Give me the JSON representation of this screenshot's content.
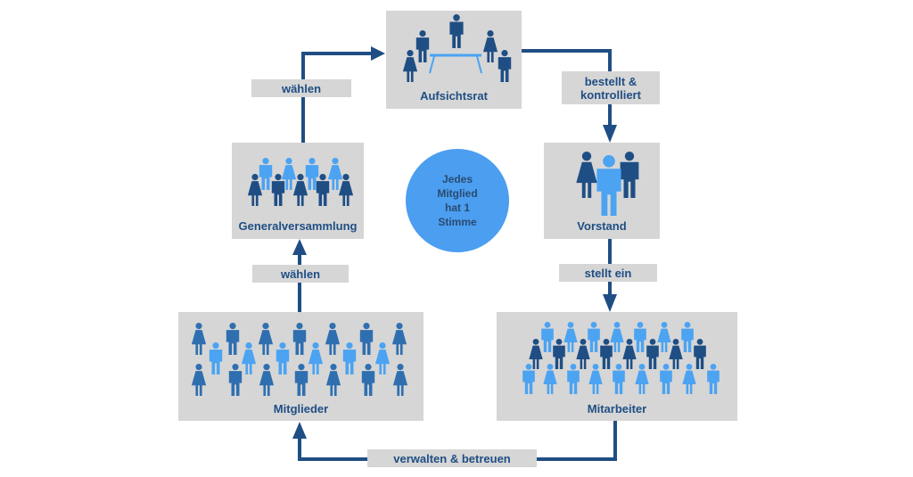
{
  "diagram": {
    "title": "Genossenschaft Organisationsstruktur",
    "colors": {
      "dark_blue": "#1f4e84",
      "mid_blue": "#2f6fb0",
      "light_blue": "#4ba3f2",
      "box_gray": "#d6d6d6",
      "circle_blue": "#4b9ef0"
    },
    "nodes": {
      "aufsichtsrat": {
        "label": "Aufsichtsrat"
      },
      "generalversammlung": {
        "label": "Generalversammlung"
      },
      "vorstand": {
        "label": "Vorstand"
      },
      "mitglieder": {
        "label": "Mitglieder"
      },
      "mitarbeiter": {
        "label": "Mitarbeiter"
      }
    },
    "edges": [
      {
        "from": "Generalversammlung",
        "to": "Aufsichtsrat",
        "label": "wählen"
      },
      {
        "from": "Aufsichtsrat",
        "to": "Vorstand",
        "label": "bestellt & kontrolliert"
      },
      {
        "from": "Vorstand",
        "to": "Mitarbeiter",
        "label": "stellt ein"
      },
      {
        "from": "Mitarbeiter",
        "to": "Mitglieder",
        "label": "verwalten & betreuen"
      },
      {
        "from": "Mitglieder",
        "to": "Generalversammlung",
        "label": "wählen"
      }
    ],
    "edge_labels": {
      "waehlen_top": "wählen",
      "bestellt_line1": "bestellt &",
      "bestellt_line2": "kontrolliert",
      "stellt_ein": "stellt ein",
      "verwalten": "verwalten & betreuen",
      "waehlen_bottom": "wählen"
    },
    "center_note": {
      "line1": "Jedes",
      "line2": "Mitglied",
      "line3": "hat 1",
      "line4": "Stimme"
    },
    "icons": {
      "aufsichtsrat": "board-meeting-table-icon",
      "generalversammlung": "assembly-people-icon",
      "vorstand": "executive-board-icon",
      "mitglieder": "members-crowd-icon",
      "mitarbeiter": "employees-crowd-icon"
    }
  }
}
